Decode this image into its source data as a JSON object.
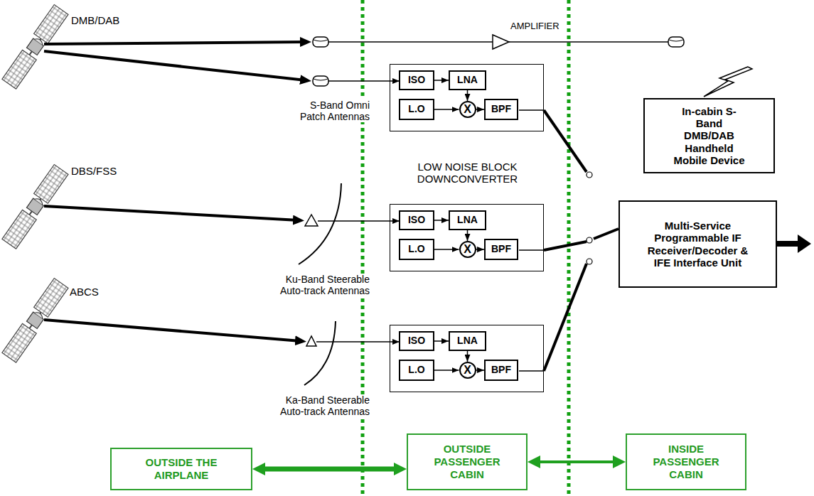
{
  "diagram": {
    "nodes": [
      {
        "text": []
      },
      {
        "text": [
          "ISO"
        ],
        "in": 0
      },
      {
        "text": [
          "LNA"
        ],
        "in": 0
      },
      {
        "text": [
          "L.O"
        ],
        "in": 0
      },
      {
        "text": [
          "X"
        ],
        "in": 0
      },
      {
        "text": [
          "BPF"
        ],
        "in": 0
      },
      {
        "text": [
          "In-cabin S-Band DMB/DAB Handheld Mobile Device"
        ]
      },
      {
        "text": []
      },
      {
        "text": [
          "ISO"
        ],
        "in": 7
      },
      {
        "text": [
          "LNA"
        ],
        "in": 7
      },
      {
        "text": [
          "L.O"
        ],
        "in": 7
      },
      {
        "text": [
          "X"
        ],
        "in": 7
      },
      {
        "text": [
          "BPF"
        ],
        "in": 7
      },
      {
        "text": [
          "Multi-Service Programmable IF Receiver/Decoder & IFE Interface Unit"
        ]
      },
      {
        "text": []
      },
      {
        "text": [
          "ISO"
        ],
        "in": 14
      },
      {
        "text": [
          "LNA"
        ],
        "in": 14
      },
      {
        "text": [
          "L.O"
        ],
        "in": 14
      },
      {
        "text": [
          "X"
        ],
        "in": 14
      },
      {
        "text": [
          "BPF"
        ],
        "in": 14
      },
      {
        "text": [
          "OUTSIDE THE AIRPLANE"
        ]
      },
      {
        "text": [
          "OUTSIDE PASSENGER CABIN"
        ]
      },
      {
        "text": [
          "INSIDE PASSENGER CABIN"
        ]
      }
    ],
    "edges": [
      {
        "from": 1,
        "to": 2,
        "arrow": "to"
      },
      {
        "from": 2,
        "to": 4,
        "arrow": "to"
      },
      {
        "from": 3,
        "to": 4,
        "arrow": "to"
      },
      {
        "from": 4,
        "to": 5,
        "arrow": "to"
      },
      {
        "from": 8,
        "to": 9,
        "arrow": "to"
      },
      {
        "from": 9,
        "to": 11,
        "arrow": "to"
      },
      {
        "from": 10,
        "to": 11,
        "arrow": "to"
      },
      {
        "from": 11,
        "to": 12,
        "arrow": "to"
      },
      {
        "from": 15,
        "to": 16,
        "arrow": "to"
      },
      {
        "from": 16,
        "to": 18,
        "arrow": "to"
      },
      {
        "from": 17,
        "to": 18,
        "arrow": "to"
      },
      {
        "from": 18,
        "to": 19,
        "arrow": "to"
      },
      {
        "from": 20,
        "to": 21,
        "arrow": "both"
      },
      {
        "from": 21,
        "to": 22,
        "arrow": "both"
      }
    ],
    "labels": [
      "DMB/DAB",
      "AMPLIFIER",
      "S-Band Omni Patch Antennas",
      "LOW NOISE BLOCK DOWNCONVERTER",
      "DBS/FSS",
      "Ku-Band Steerable Auto-track Antennas",
      "ABCS",
      "Ka-Band Steerable Auto-track Antennas"
    ]
  }
}
